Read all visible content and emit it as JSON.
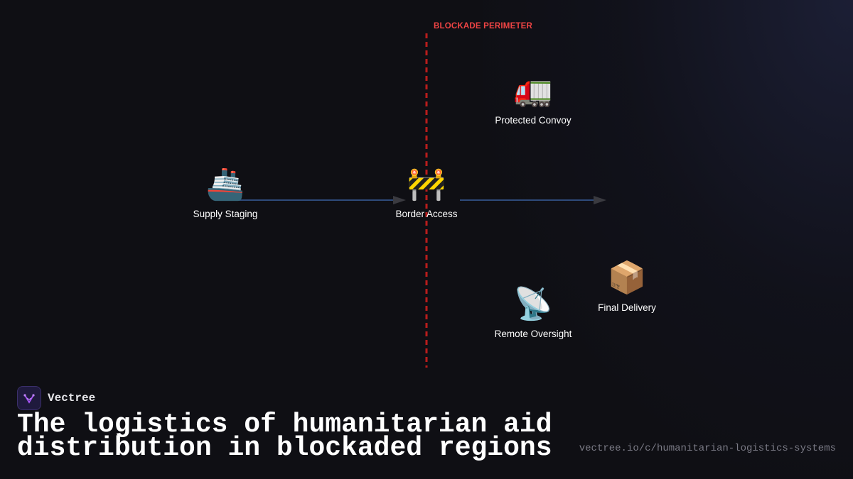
{
  "diagram": {
    "perimeter_label": "BLOCKADE PERIMETER",
    "nodes": {
      "supply": {
        "icon": "🚢",
        "icon_name": "ship-icon",
        "label": "Supply Staging"
      },
      "border": {
        "icon": "🚧",
        "icon_name": "barrier-icon",
        "label": "Border Access"
      },
      "convoy": {
        "icon": "🚛",
        "icon_name": "truck-icon",
        "label": "Protected Convoy"
      },
      "oversight": {
        "icon": "📡",
        "icon_name": "satellite-dish-icon",
        "label": "Remote Oversight"
      },
      "delivery": {
        "icon": "📦",
        "icon_name": "package-icon",
        "label": "Final Delivery"
      }
    },
    "colors": {
      "arrow": "#2e4a7a",
      "arrowhead": "#3a3a40",
      "perimeter": "#b91c1c"
    }
  },
  "footer": {
    "brand": "Vectree",
    "title": "The logistics of humanitarian aid distribution in blockaded regions",
    "url": "vectree.io/c/humanitarian-logistics-systems"
  }
}
